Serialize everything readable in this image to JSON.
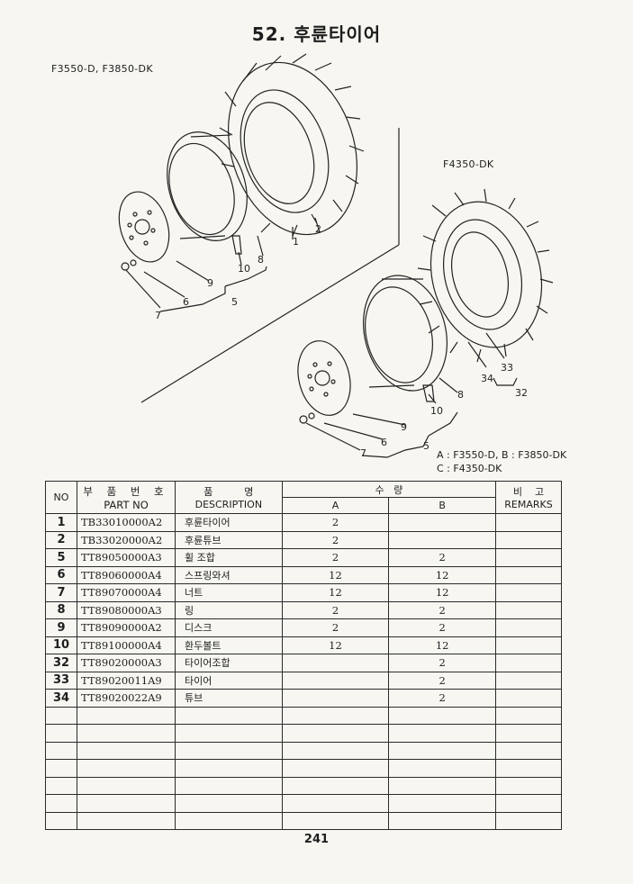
{
  "title": "52. 후륜타이어",
  "models": {
    "left": "F3550-D, F3850-DK",
    "right": "F4350-DK"
  },
  "callouts": [
    "1",
    "2",
    "5",
    "6",
    "7",
    "8",
    "9",
    "10",
    "5",
    "6",
    "7",
    "8",
    "9",
    "10",
    "32",
    "33",
    "34"
  ],
  "legend": {
    "line1": "A : F3550-D, B : F3850-DK",
    "line2": "C : F4350-DK"
  },
  "table": {
    "headers": {
      "no": "NO",
      "part_ko": "부 품 번 호",
      "part_en": "PART NO",
      "desc_ko": "품          명",
      "desc_en": "DESCRIPTION",
      "qty_ko": "수   량",
      "qty_a": "A",
      "qty_b": "B",
      "rem_ko": "비    고",
      "rem_en": "REMARKS"
    },
    "rows": [
      {
        "no": "1",
        "part": "TB33010000A2",
        "desc": "후륜타이어",
        "a": "2",
        "b": ""
      },
      {
        "no": "2",
        "part": "TB33020000A2",
        "desc": "후륜튜브",
        "a": "2",
        "b": ""
      },
      {
        "no": "5",
        "part": "TT89050000A3",
        "desc": "휠 조합",
        "a": "2",
        "b": "2"
      },
      {
        "no": "6",
        "part": "TT89060000A4",
        "desc": "스프링와셔",
        "a": "12",
        "b": "12"
      },
      {
        "no": "7",
        "part": "TT89070000A4",
        "desc": "너트",
        "a": "12",
        "b": "12"
      },
      {
        "no": "8",
        "part": "TT89080000A3",
        "desc": "링",
        "a": "2",
        "b": "2"
      },
      {
        "no": "9",
        "part": "TT89090000A2",
        "desc": "디스크",
        "a": "2",
        "b": "2"
      },
      {
        "no": "10",
        "part": "TT89100000A4",
        "desc": "환두볼트",
        "a": "12",
        "b": "12"
      },
      {
        "no": "32",
        "part": "TT89020000A3",
        "desc": "타이어조합",
        "a": "",
        "b": "2"
      },
      {
        "no": "33",
        "part": "TT89020011A9",
        "desc": "타이어",
        "a": "",
        "b": "2"
      },
      {
        "no": "34",
        "part": "TT89020022A9",
        "desc": "튜브",
        "a": "",
        "b": "2"
      }
    ],
    "empty_rows": 7
  },
  "page_number": "241"
}
